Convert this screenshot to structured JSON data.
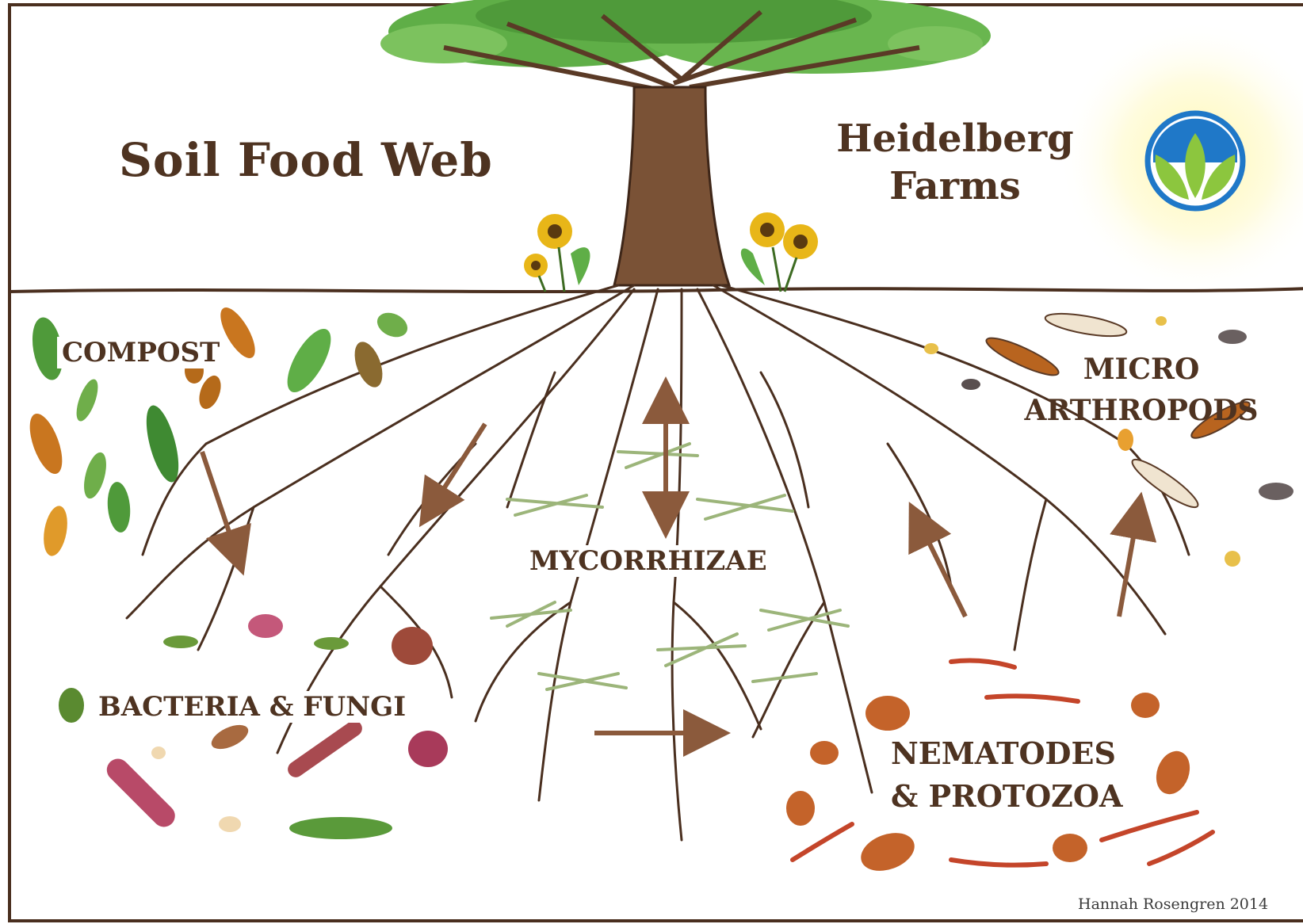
{
  "title": "Soil Food Web",
  "brand": {
    "line1": "Heidelberg",
    "line2": "Farms"
  },
  "labels": {
    "compost": "COMPOST",
    "micro_arthropods_line1": "MICRO",
    "micro_arthropods_line2": "ARTHROPODS",
    "mycorrhizae": "MYCORRHIZAE",
    "bacteria_fungi": "BACTERIA & FUNGI",
    "nematodes_line1": "NEMATODES",
    "nematodes_line2": "& PROTOZOA"
  },
  "credit": "Hannah Rosengren 2014",
  "colors": {
    "text": "#4e3321",
    "trunk": "#7a5236",
    "root": "#4a2f1f",
    "arrow": "#8b5a3c",
    "leaf_green": "#4f9a3a",
    "leaf_orange": "#c9761f",
    "mycorrhizae": "#9cb57a",
    "bacteria_pink": "#b84a68",
    "nematode_red": "#c4452a",
    "logo_blue": "#1f78c8",
    "logo_green": "#8cc63e",
    "sun": "#fff4a0"
  }
}
